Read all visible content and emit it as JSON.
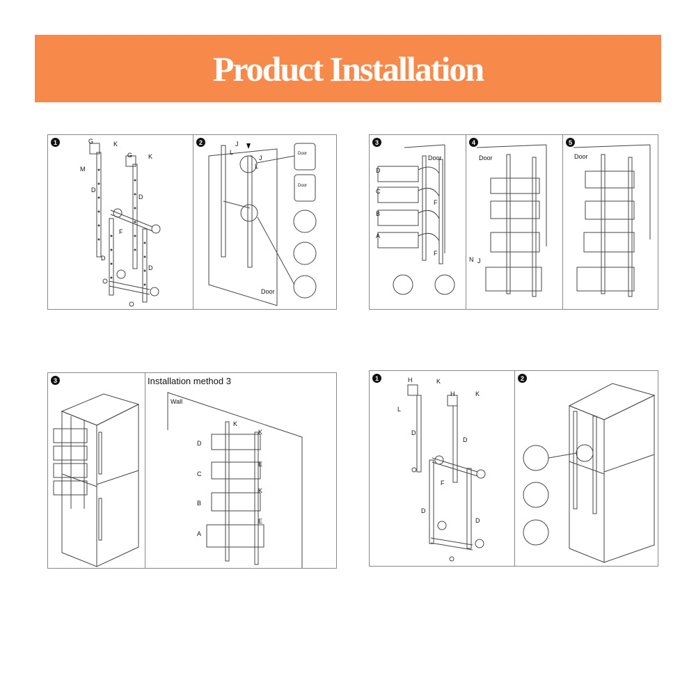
{
  "header": {
    "title": "Product Installation",
    "background": "#f7894a"
  },
  "figure_a": {
    "step1": {
      "num": "1",
      "labels": {
        "g1": "G",
        "k1": "K",
        "m": "M",
        "g2": "G",
        "k2": "K",
        "d1": "D",
        "d2": "D",
        "f": "F",
        "d3": "D",
        "d4": "D"
      }
    },
    "step2": {
      "num": "2",
      "labels": {
        "l": "L",
        "j": "J",
        "l2": "L",
        "j2": "J",
        "door": "Door",
        "door_small1": "Door",
        "door_small2": "Door"
      }
    }
  },
  "figure_b": {
    "step3": {
      "num": "3",
      "labels": {
        "door": "Door",
        "d": "D",
        "c": "C",
        "b": "B",
        "a": "A",
        "f1": "F",
        "f2": "F"
      }
    },
    "step4": {
      "num": "4",
      "labels": {
        "door": "Door",
        "n": "N",
        "j": "J"
      }
    },
    "step5": {
      "num": "5",
      "labels": {
        "door": "Door"
      }
    }
  },
  "figure_c": {
    "step3": {
      "num": "3"
    },
    "method": {
      "title": "Installation method 3",
      "wall": "Wall",
      "labels": {
        "k1": "K",
        "k2": "K",
        "k3": "K",
        "d": "D",
        "c": "C",
        "b": "B",
        "a": "A",
        "e1": "E",
        "e2": "E"
      }
    }
  },
  "figure_d": {
    "step1": {
      "num": "1",
      "labels": {
        "h1": "H",
        "k1": "K",
        "l": "L",
        "h2": "H",
        "k2": "K",
        "d1": "D",
        "d2": "D",
        "f": "F",
        "d3": "D",
        "d4": "D"
      }
    },
    "step2": {
      "num": "2"
    }
  }
}
